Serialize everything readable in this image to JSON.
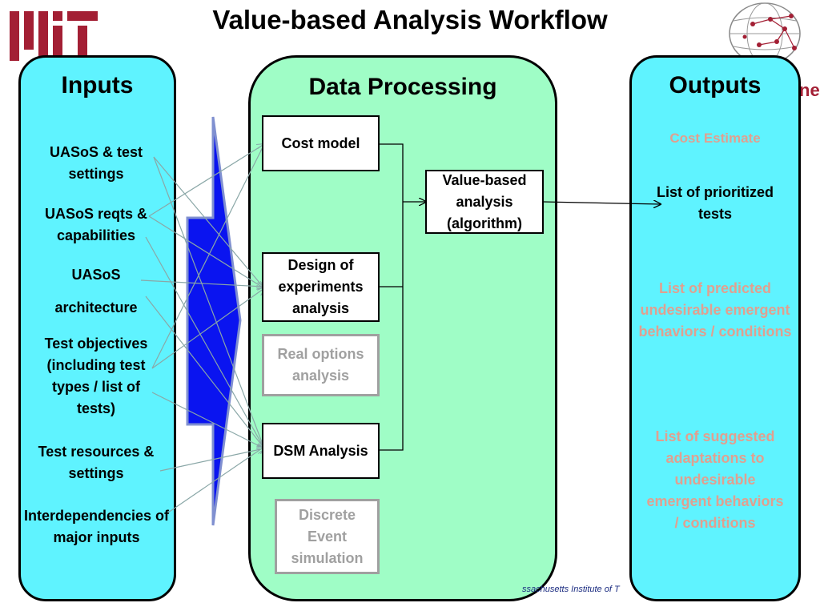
{
  "title": "Value-based Analysis Workflow",
  "inputs": {
    "heading": "Inputs",
    "items": [
      "UASoS  & test settings",
      "UASoS  reqts & capabilities",
      "UASoS",
      "architecture",
      "Test objectives (including test types / list of tests)",
      "Test resources & settings",
      "Interdependencies of major inputs"
    ]
  },
  "processing": {
    "heading": "Data Processing",
    "cost_model": "Cost model",
    "doe": "Design of experiments analysis",
    "real_options": "Real options analysis",
    "dsm": "DSM Analysis",
    "des": "Discrete Event simulation",
    "value_based": "Value-based analysis (algorithm)"
  },
  "outputs": {
    "heading": "Outputs",
    "cost_estimate": "Cost Estimate",
    "prioritized": "List of prioritized tests",
    "predicted": "List of predicted undesirable emergent behaviors / conditions",
    "suggested": "List of suggested adaptations to undesirable emergent behaviors / conditions"
  },
  "logo_fragment": "ne",
  "footer": "ssachusetts Institute of T",
  "colors": {
    "input_panel": "#5ff3ff",
    "processing_panel": "#9ffdc6",
    "output_panel": "#5ff3ff",
    "big_arrow": "#0a14f0",
    "faded_text": "#e0a090",
    "mit_red": "#a31f34"
  }
}
